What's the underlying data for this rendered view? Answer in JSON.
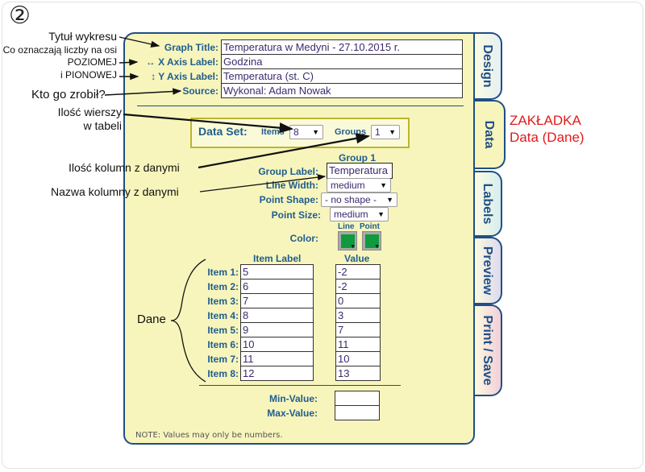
{
  "step_number": "②",
  "tabs": [
    {
      "label": "Design",
      "active": false
    },
    {
      "label": "Data",
      "active": true
    },
    {
      "label": "Labels",
      "active": false
    },
    {
      "label": "Preview",
      "active": false
    },
    {
      "label": "Print / Save",
      "active": false
    }
  ],
  "labels_form": {
    "graph_title_label": "Graph Title:",
    "graph_title_value": "Temperatura w Medyni - 27.10.2015 r.",
    "x_axis_label": "↔ X Axis Label:",
    "x_axis_value": "Godzina",
    "y_axis_label": "↕ Y Axis Label:",
    "y_axis_value": "Temperatura (st. C)",
    "source_label": "Source:",
    "source_value": "Wykonal: Adam Nowak"
  },
  "dataset": {
    "title": "Data Set:",
    "items_label": "Items",
    "items_value": "8",
    "groups_label": "Groups",
    "groups_value": "1"
  },
  "group": {
    "heading": "Group 1",
    "group_label_label": "Group Label:",
    "group_label_value": "Temperatura",
    "line_width_label": "Line Width:",
    "line_width_value": "medium",
    "point_shape_label": "Point Shape:",
    "point_shape_value": "- no shape -",
    "point_size_label": "Point Size:",
    "point_size_value": "medium",
    "color_label": "Color:",
    "color_line_label": "Line",
    "color_point_label": "Point",
    "line_color": "#0f9a3e",
    "point_color": "#0f9a3e"
  },
  "table": {
    "item_label_header": "Item Label",
    "value_header": "Value",
    "rows": [
      {
        "label": "Item 1:",
        "item": "5",
        "value": "-2"
      },
      {
        "label": "Item 2:",
        "item": "6",
        "value": "-2"
      },
      {
        "label": "Item 3:",
        "item": "7",
        "value": "0"
      },
      {
        "label": "Item 4:",
        "item": "8",
        "value": "3"
      },
      {
        "label": "Item 5:",
        "item": "9",
        "value": "7"
      },
      {
        "label": "Item 6:",
        "item": "10",
        "value": "11"
      },
      {
        "label": "Item 7:",
        "item": "11",
        "value": "10"
      },
      {
        "label": "Item 8:",
        "item": "12",
        "value": "13"
      }
    ]
  },
  "range": {
    "min_label": "Min-Value:",
    "min_value": "",
    "max_label": "Max-Value:",
    "max_value": ""
  },
  "note": "NOTE: Values may only be numbers.",
  "annotations": {
    "title": "Tytuł wykresu",
    "axis_meaning": "Co oznaczają liczby na osi",
    "horizontal": "POZIOMEJ",
    "vertical": "i PIONOWEJ",
    "author": "Kto go zrobił?",
    "rows_line1": "Ilość wierszy",
    "rows_line2": "w tabeli",
    "columns": "Ilość kolumn z danymi",
    "column_name": "Nazwa kolumny z danymi",
    "data": "Dane",
    "tab_line1": "ZAKŁADKA",
    "tab_line2": "Data (Dane)"
  },
  "colors": {
    "panel_bg": "#f7f5bc",
    "panel_border": "#1e4f86",
    "label_text": "#1f5d8f",
    "annotation_red": "#e01b1b"
  }
}
